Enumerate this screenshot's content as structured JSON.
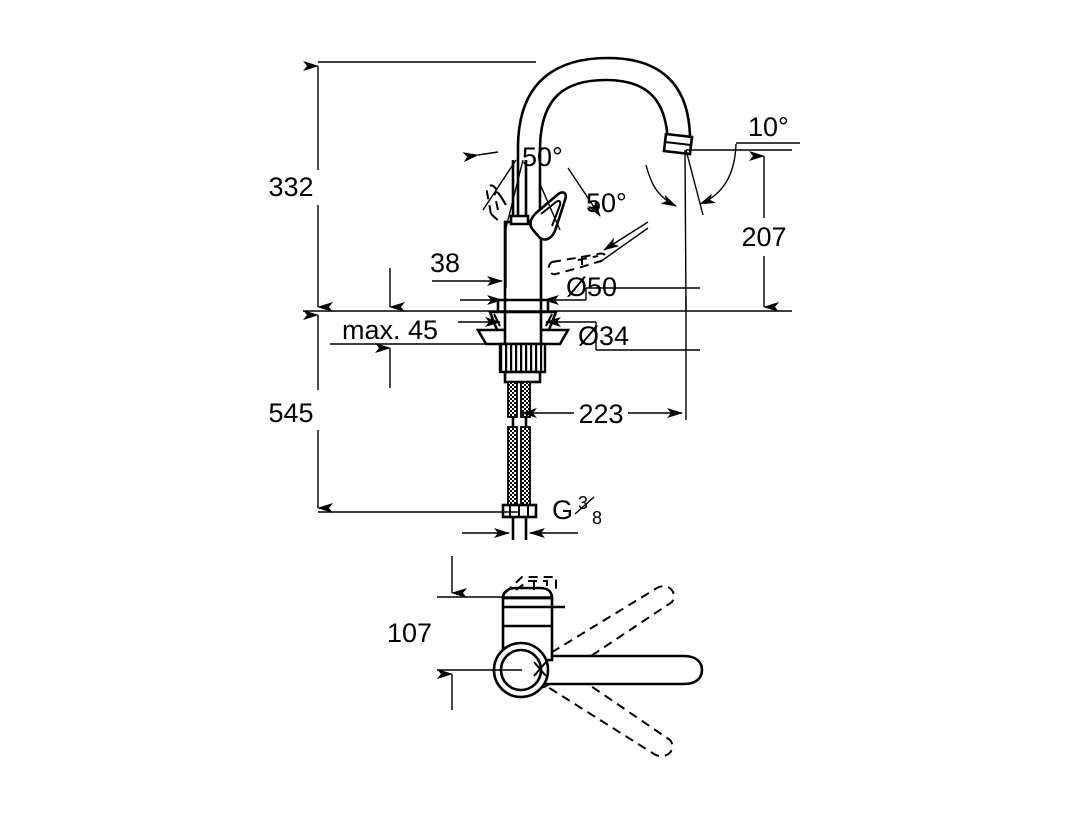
{
  "drawing": {
    "title": "Kitchen mixer tap technical dimension drawing",
    "units": "mm",
    "line_color": "#000000",
    "background_color": "#ffffff"
  },
  "dimensions": {
    "total_height": "332",
    "below_counter_length": "545",
    "spout_height": "207",
    "spout_reach": "223",
    "counter_thickness": "max. 45",
    "handle_lever_height": "38",
    "base_diameter_upper": "Ø50",
    "base_diameter_lower": "Ø34",
    "lever_clearance_top": "107",
    "thread_size_prefix": "G",
    "thread_size_numerator": "3",
    "thread_size_denominator": "8",
    "handle_swivel_left": "50°",
    "handle_swivel_right": "50°",
    "spout_tilt": "10°"
  },
  "views": {
    "front_elevation": "front-elevation-view",
    "top_plan": "top-plan-view"
  },
  "labels": {
    "l332": "332",
    "l545": "545",
    "l207": "207",
    "l223": "223",
    "lmax45": "max. 45",
    "l38": "38",
    "ld50": "Ø50",
    "ld34": "Ø34",
    "l107": "107",
    "lG": "G",
    "lnum": "3",
    "lden": "8",
    "l50a": "50°",
    "l50b": "50°",
    "l10": "10°"
  }
}
